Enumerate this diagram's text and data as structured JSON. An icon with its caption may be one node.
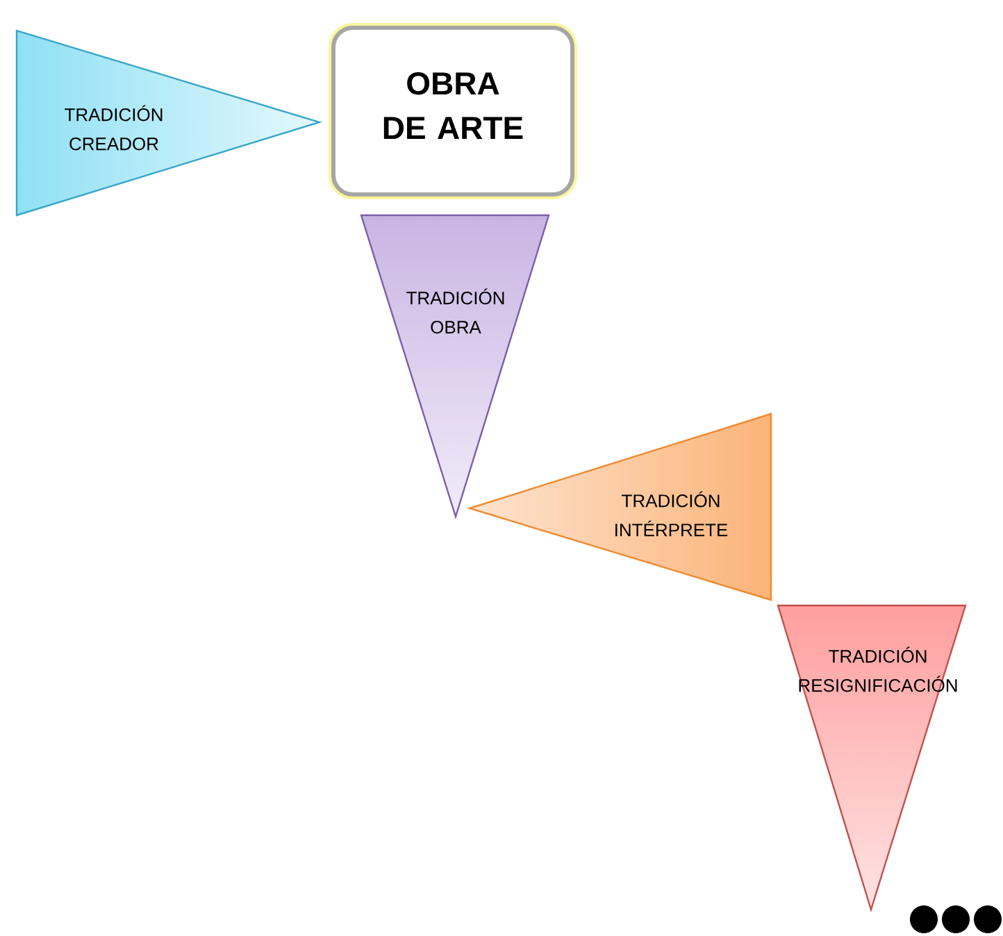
{
  "diagram": {
    "nodes": [
      {
        "text": [
          "TRADICIÓN CREADOR"
        ]
      },
      {
        "text": [
          "OBRA DE ARTE"
        ]
      },
      {
        "text": [
          "TRADICIÓN OBRA"
        ]
      },
      {
        "text": [
          "TRADICIÓN INTÉRPRETE"
        ]
      },
      {
        "text": [
          "TRADICIÓN RESIGNIFICACIÓN"
        ]
      }
    ]
  }
}
